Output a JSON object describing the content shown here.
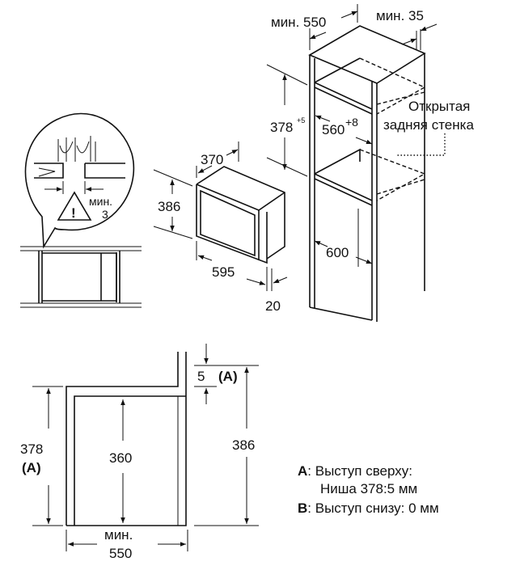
{
  "top_view": {
    "cabinet_width": "мин. 550",
    "cabinet_gap": "мин. 35",
    "niche_height": "378",
    "niche_height_tol": "+5",
    "niche_width": "560",
    "niche_width_tol": "+8",
    "open_back_line1": "Открытая",
    "open_back_line2": "задняя стенка",
    "cabinet_depth": "600",
    "oven_depth": "370",
    "oven_height": "386",
    "oven_width": "595",
    "oven_front": "20"
  },
  "detail": {
    "gap_label_line1": "мин.",
    "gap_label_line2": "3"
  },
  "section_view": {
    "niche_height": "378",
    "niche_height_ref": "(A)",
    "inner_height": "360",
    "oven_height": "386",
    "overhang": "5",
    "overhang_ref": "(A)",
    "width_line1": "мин.",
    "width_line2": "550"
  },
  "legend": {
    "a_key": "A",
    "a_text": ": Выступ сверху:",
    "a_text2": "Ниша 378:5 мм",
    "b_key": "B",
    "b_text": ": Выступ снизу: 0 мм"
  }
}
